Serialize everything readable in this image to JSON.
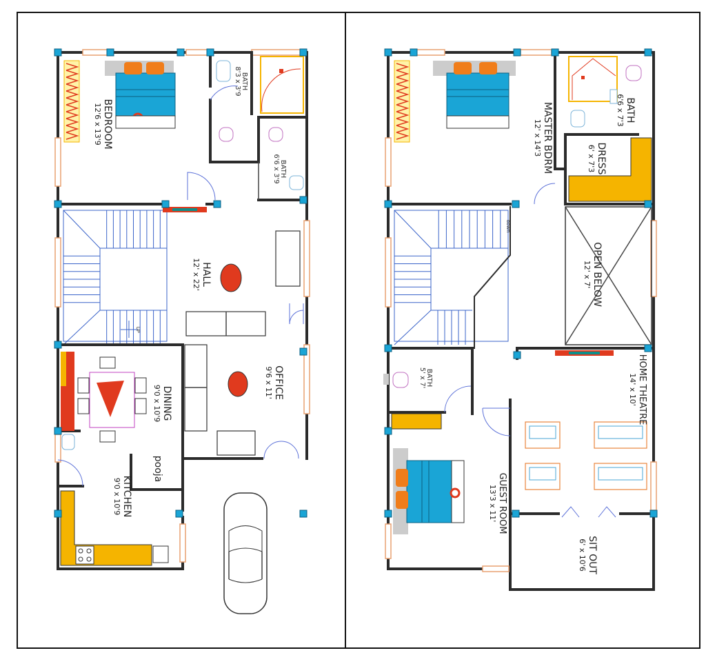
{
  "colors": {
    "wall": "#2b2b2b",
    "column": "#1aa5d6",
    "bed": "#1aa5d6",
    "pillow": "#f07d1a",
    "counter": "#f5b400",
    "red": "#e03a1e",
    "window": "#e8a070",
    "stair": "#3a63c9"
  },
  "ground_floor": {
    "bedroom": {
      "name": "BEDROOM",
      "dim": "12'6 x 13'9"
    },
    "bath1": {
      "name": "BATH",
      "dim": "8'3 x 3'9"
    },
    "bath2": {
      "name": "BATH",
      "dim": "6'6 x 3'9"
    },
    "hall": {
      "name": "HALL",
      "dim": "12' x 22'"
    },
    "office": {
      "name": "OFFICE",
      "dim": "9'6 x 11'"
    },
    "dining": {
      "name": "DINING",
      "dim": "9'0 x 10'9"
    },
    "kitchen": {
      "name": "KITCHEN",
      "dim": "9'0 x 10'9"
    },
    "pooja": {
      "name": "pooja"
    },
    "stair_label": "UP"
  },
  "first_floor": {
    "master": {
      "name": "MASTER BDRM",
      "dim": "12' x 14'3"
    },
    "bath": {
      "name": "BATH",
      "dim": "6'6 x 7'3"
    },
    "dress": {
      "name": "DRESS",
      "dim": "6' x 7'3"
    },
    "open_below": {
      "name": "OPEN BELOW",
      "dim": "12' x 7'"
    },
    "home_theatre": {
      "name": "HOME THEATRE",
      "dim": "14' x 10'"
    },
    "bath_small": {
      "name": "BATH",
      "dim": "5' x 7'"
    },
    "guest": {
      "name": "GUEST ROOM",
      "dim": "13'3 x 11'"
    },
    "sit_out": {
      "name": "SIT OUT",
      "dim": "6' x 10'6"
    },
    "stair_label": "down"
  }
}
